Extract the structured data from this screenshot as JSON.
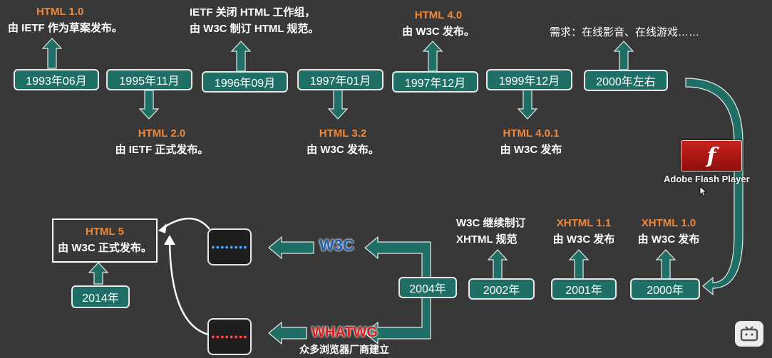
{
  "timeline_top": {
    "dates": [
      "1993年06月",
      "1995年11月",
      "1996年09月",
      "1997年01月",
      "1997年12月",
      "1999年12月",
      "2000年左右"
    ],
    "events": [
      {
        "version": "HTML 1.0",
        "line1": "由 IETF 作为草案发布。"
      },
      {
        "version": "HTML 2.0",
        "line1": "由 IETF 正式发布。"
      },
      {
        "version": "",
        "line1": "IETF 关闭 HTML 工作组，",
        "line2": "由 W3C 制订 HTML 规范。"
      },
      {
        "version": "HTML 3.2",
        "line1": "由 W3C 发布。"
      },
      {
        "version": "HTML 4.0",
        "line1": "由 W3C 发布。"
      },
      {
        "version": "HTML 4.0.1",
        "line1": "由 W3C 发布"
      },
      {
        "version": "",
        "line1": "需求：在线影音、在线游戏……"
      }
    ]
  },
  "flash": {
    "label": "Adobe Flash Player",
    "glyph": "f"
  },
  "timeline_bottom": {
    "dates": [
      "2014年",
      "2004年",
      "2002年",
      "2001年",
      "2000年"
    ],
    "html5": {
      "version": "HTML 5",
      "line1": "由 W3C 正式发布。"
    },
    "w3c_logo": "W3C",
    "whatwg_logo": "WHATWG",
    "whatwg_note": "众多浏览器厂商建立",
    "events": [
      {
        "version": "",
        "line1": "W3C 继续制订",
        "line2": "XHTML 规范"
      },
      {
        "version": "XHTML 1.1",
        "line1": "由 W3C 发布"
      },
      {
        "version": "XHTML 1.0",
        "line1": "由 W3C 发布"
      }
    ]
  },
  "colors": {
    "box_fill": "#1f6f67",
    "version_text": "#f0883a",
    "background": "#383838"
  }
}
